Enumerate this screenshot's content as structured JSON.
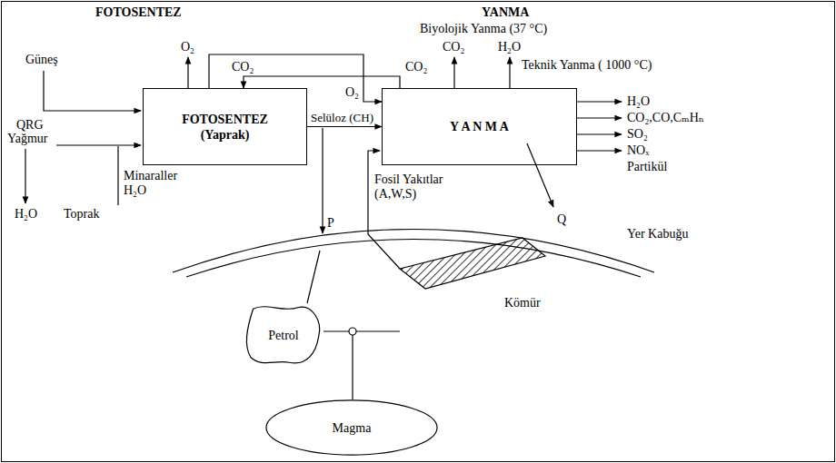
{
  "diagram": {
    "nodes": [
      {
        "text": [
          "FOTOSENTEZ (Yaprak)"
        ]
      },
      {
        "text": [
          "Y A N M A"
        ]
      },
      {
        "text": [
          "Petrol"
        ]
      },
      {
        "text": [
          "Magma"
        ]
      }
    ],
    "edges": [
      {
        "from": 0,
        "to": 1,
        "label": "Selüloz (CH)",
        "arrow": "to"
      },
      {
        "from": 1,
        "to": 0,
        "arrow": "to"
      },
      {
        "from": 0,
        "to": 1,
        "arrow": "to"
      }
    ],
    "labels": [
      "FOTOSENTEZ",
      "YANMA",
      "Biyolojik Yanma (37 °C)",
      "Güneş",
      "O₂",
      "CO₂",
      "CO₂",
      "CO₂",
      "H₂O",
      "Teknik Yanma ( 1000 °C)",
      "QRG",
      "O₂",
      "Yağmur",
      "Minaraller H₂O",
      "H₂O",
      "Toprak",
      "Fosil Yakıtlar (A,W,S)",
      "Q",
      "H₂O",
      "CO₂,CO,CₘHₙ",
      "SO₂",
      "NOₓ",
      "Partikül",
      "Yer Kabuğu",
      "P",
      "Kömür"
    ]
  }
}
